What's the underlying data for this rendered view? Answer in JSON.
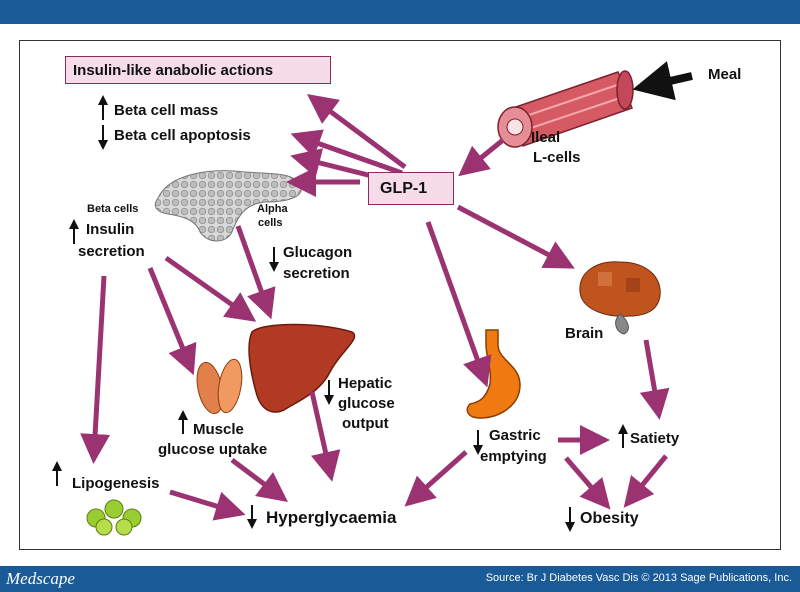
{
  "colors": {
    "header": "#1a5a96",
    "arrow": "#9b3373",
    "box_fill": "#f5dce8",
    "box_border": "#8a2a62"
  },
  "insulin_box": "Insulin-like anabolic actions",
  "beta_cell_mass": "Beta cell mass",
  "beta_cell_apoptosis": "Beta cell apoptosis",
  "glp1": "GLP-1",
  "meal": "Meal",
  "ileal": "Ileal",
  "lcells": "L-cells",
  "beta_cells": "Beta cells",
  "insulin": "Insulin",
  "secretion": "secretion",
  "alpha": "Alpha",
  "cells": "cells",
  "glucagon": "Glucagon",
  "glucagon_secretion": "secretion",
  "hepatic": "Hepatic",
  "glucose": "glucose",
  "output": "output",
  "muscle": "Muscle",
  "glucose_uptake": "glucose uptake",
  "lipogenesis": "Lipogenesis",
  "hyperglycaemia": "Hyperglycaemia",
  "gastric": "Gastric",
  "emptying": "emptying",
  "satiety": "Satiety",
  "obesity": "Obesity",
  "brain": "Brain",
  "footer": {
    "logo": "Medscape",
    "source": "Source: Br J Diabetes Vasc Dis © 2013 Sage Publications, Inc."
  },
  "icons": [
    "up-arrow-icon",
    "down-arrow-icon",
    "intestine-icon",
    "pancreas-icon",
    "liver-icon",
    "muscle-icon",
    "stomach-icon",
    "brain-icon",
    "fat-cells-icon"
  ]
}
